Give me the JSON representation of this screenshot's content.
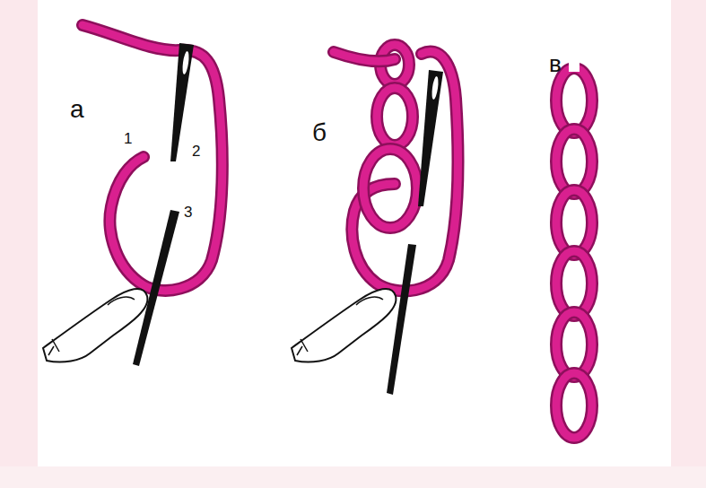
{
  "diagram": {
    "labels": [
      "а",
      "1",
      "2",
      "3",
      "б",
      "в"
    ]
  }
}
